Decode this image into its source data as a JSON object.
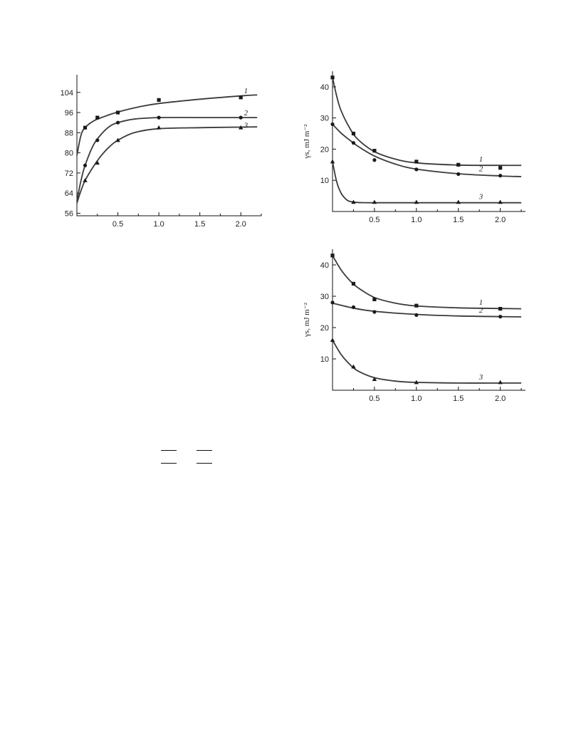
{
  "colors": {
    "ink": "#3a3a3a",
    "marker": "#1a1a1a"
  },
  "chart_data": [
    {
      "type": "line",
      "title": "",
      "xlabel": "",
      "ylabel": "",
      "xlim": [
        0,
        2.25
      ],
      "ylim": [
        55,
        111
      ],
      "xticks": [
        0.5,
        1.0,
        1.5,
        2.0
      ],
      "xtick_labels": [
        "0.5",
        "1.0",
        "1.5",
        "2.0"
      ],
      "yticks": [
        56,
        64,
        72,
        80,
        88,
        96,
        104
      ],
      "ytick_labels": [
        "56",
        "64",
        "72",
        "80",
        "88",
        "96",
        "104"
      ],
      "grid": false,
      "series": [
        {
          "name": "1",
          "marker": "square",
          "x": [
            0.1,
            0.25,
            0.5,
            1.0,
            2.0
          ],
          "y": [
            90,
            94,
            96,
            101,
            102
          ],
          "curve": {
            "x": [
              0.0,
              0.05,
              0.1,
              0.2,
              0.3,
              0.5,
              0.75,
              1.0,
              1.5,
              2.0,
              2.2
            ],
            "y": [
              79,
              87,
              90,
              92.6,
              94,
              96.2,
              98.2,
              99.6,
              101.3,
              102.6,
              103
            ]
          }
        },
        {
          "name": "2",
          "marker": "circle",
          "x": [
            0.1,
            0.25,
            0.5,
            1.0,
            2.0
          ],
          "y": [
            75,
            85,
            92,
            94,
            94
          ],
          "curve": {
            "x": [
              0.0,
              0.05,
              0.1,
              0.2,
              0.3,
              0.4,
              0.5,
              0.7,
              1.0,
              1.5,
              2.0,
              2.2
            ],
            "y": [
              61,
              69,
              75,
              83,
              87.5,
              90.5,
              92,
              93.4,
              94,
              94,
              94,
              94
            ]
          }
        },
        {
          "name": "3",
          "marker": "triangle",
          "x": [
            0.1,
            0.25,
            0.5,
            1.0,
            2.0
          ],
          "y": [
            69,
            76,
            85,
            90,
            90
          ],
          "curve": {
            "x": [
              0.0,
              0.05,
              0.1,
              0.2,
              0.3,
              0.4,
              0.5,
              0.7,
              1.0,
              1.5,
              2.0,
              2.2
            ],
            "y": [
              60,
              65,
              69,
              74.5,
              79,
              82.5,
              85,
              88,
              89.6,
              90,
              90.2,
              90.3
            ]
          }
        }
      ]
    },
    {
      "type": "line",
      "title": "",
      "xlabel": "",
      "ylabel": "γs, mJ m⁻²",
      "xlim": [
        0,
        2.3
      ],
      "ylim": [
        0,
        45
      ],
      "xticks": [
        0.5,
        1.0,
        1.5,
        2.0
      ],
      "xtick_labels": [
        "0.5",
        "1.0",
        "1.5",
        "2.0"
      ],
      "yticks": [
        10,
        20,
        30,
        40
      ],
      "ytick_labels": [
        "10",
        "20",
        "30",
        "40"
      ],
      "grid": false,
      "series": [
        {
          "name": "1",
          "marker": "square",
          "x": [
            0.0,
            0.25,
            0.5,
            1.0,
            1.5,
            2.0
          ],
          "y": [
            43,
            25,
            19.5,
            16,
            15,
            14
          ],
          "curve": {
            "x": [
              0.0,
              0.05,
              0.1,
              0.2,
              0.3,
              0.5,
              0.75,
              1.0,
              1.5,
              2.0,
              2.25
            ],
            "y": [
              43,
              37,
              32.5,
              27,
              23.2,
              19.2,
              16.8,
              15.6,
              14.9,
              14.8,
              14.8
            ]
          }
        },
        {
          "name": "2",
          "marker": "circle",
          "x": [
            0.0,
            0.25,
            0.5,
            1.0,
            1.5,
            2.0
          ],
          "y": [
            28,
            22,
            16.5,
            13.5,
            12,
            11.5
          ],
          "curve": {
            "x": [
              0.0,
              0.1,
              0.2,
              0.3,
              0.5,
              0.75,
              1.0,
              1.5,
              2.0,
              2.25
            ],
            "y": [
              28,
              25.2,
              23,
              21,
              17.8,
              15.2,
              13.6,
              12.1,
              11.4,
              11.2
            ]
          }
        },
        {
          "name": "3",
          "marker": "triangle",
          "x": [
            0.0,
            0.25,
            0.5,
            1.0,
            1.5,
            2.0
          ],
          "y": [
            16,
            3,
            3,
            3,
            3,
            3
          ],
          "curve": {
            "x": [
              0.0,
              0.05,
              0.1,
              0.15,
              0.2,
              0.3,
              0.5,
              1.0,
              2.0,
              2.25
            ],
            "y": [
              16,
              9.5,
              6,
              4.2,
              3.3,
              2.9,
              2.8,
              2.8,
              2.8,
              2.8
            ]
          }
        }
      ]
    },
    {
      "type": "line",
      "title": "",
      "xlabel": "",
      "ylabel": "γs, mJ m⁻²",
      "xlim": [
        0,
        2.3
      ],
      "ylim": [
        0,
        45
      ],
      "xticks": [
        0.5,
        1.0,
        1.5,
        2.0
      ],
      "xtick_labels": [
        "0.5",
        "1.0",
        "1.5",
        "2.0"
      ],
      "yticks": [
        10,
        20,
        30,
        40
      ],
      "ytick_labels": [
        "10",
        "20",
        "30",
        "40"
      ],
      "grid": false,
      "series": [
        {
          "name": "1",
          "marker": "square",
          "x": [
            0.0,
            0.25,
            0.5,
            1.0,
            2.0
          ],
          "y": [
            43,
            34,
            29,
            27,
            26
          ],
          "curve": {
            "x": [
              0.0,
              0.1,
              0.2,
              0.3,
              0.5,
              0.75,
              1.0,
              1.5,
              2.0,
              2.25
            ],
            "y": [
              43,
              38.5,
              35.2,
              32.8,
              29.6,
              27.8,
              26.9,
              26.3,
              26.1,
              26
            ]
          }
        },
        {
          "name": "2",
          "marker": "circle",
          "x": [
            0.0,
            0.25,
            0.5,
            1.0,
            2.0
          ],
          "y": [
            28,
            26.5,
            25,
            24,
            23.5
          ],
          "curve": {
            "x": [
              0.0,
              0.25,
              0.5,
              1.0,
              1.5,
              2.0,
              2.25
            ],
            "y": [
              27.8,
              26.2,
              25.2,
              24.2,
              23.7,
              23.5,
              23.4
            ]
          }
        },
        {
          "name": "3",
          "marker": "triangle",
          "x": [
            0.0,
            0.25,
            0.5,
            1.0,
            2.0
          ],
          "y": [
            16,
            7.5,
            3.5,
            2.5,
            2.5
          ],
          "curve": {
            "x": [
              0.0,
              0.1,
              0.2,
              0.3,
              0.5,
              0.75,
              1.0,
              1.5,
              2.0,
              2.25
            ],
            "y": [
              16,
              11.5,
              8.4,
              6.2,
              4,
              2.9,
              2.5,
              2.3,
              2.3,
              2.3
            ]
          }
        }
      ]
    }
  ]
}
